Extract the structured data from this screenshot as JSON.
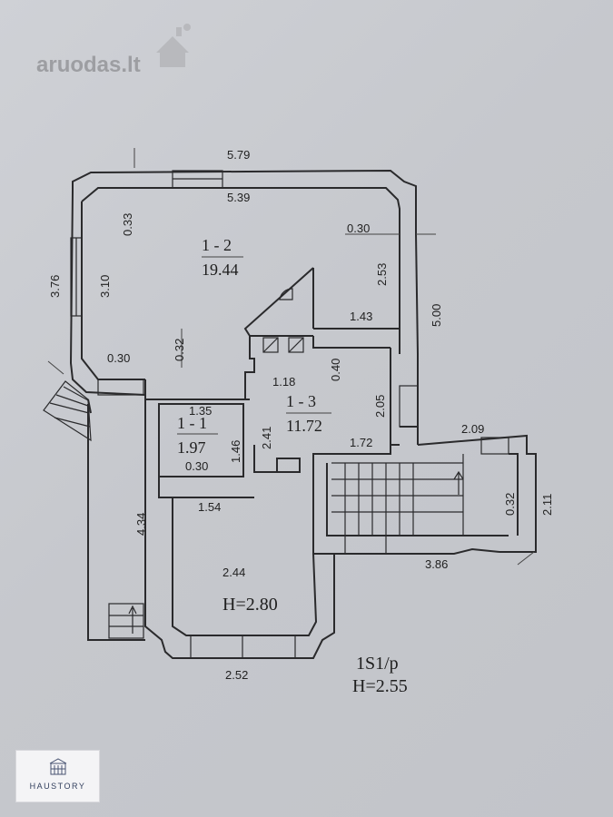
{
  "watermark": {
    "text": "aruodas.lt"
  },
  "rooms": [
    {
      "id": "1 - 2",
      "area": "19.44"
    },
    {
      "id": "1 - 3",
      "area": "11.72"
    },
    {
      "id": "1 - 1",
      "area": "1.97"
    }
  ],
  "dimensions": {
    "top_outer": "5.79",
    "top_inner": "5.39",
    "d_0_33": "0.33",
    "d_0_30_top": "0.30",
    "d_2_53": "2.53",
    "d_3_76": "3.76",
    "d_3_10": "3.10",
    "d_5_00": "5.00",
    "d_1_43": "1.43",
    "d_0_32_mid": "0.32",
    "d_0_30_left": "0.30",
    "d_0_40": "0.40",
    "d_1_18": "1.18",
    "d_1_35": "1.35",
    "d_2_05": "2.05",
    "d_2_41": "2.41",
    "d_1_46": "1.46",
    "d_1_72": "1.72",
    "d_2_09": "2.09",
    "d_0_30_small": "0.30",
    "d_0_32_right": "0.32",
    "d_2_11": "2.11",
    "d_1_54": "1.54",
    "d_4_34": "4.34",
    "d_3_86": "3.86",
    "d_2_44": "2.44",
    "d_2_52": "2.52"
  },
  "height_room": "H=2.80",
  "floor_code": "1S1/p",
  "floor_height": "H=2.55",
  "logo": {
    "text": "HAUSTORY",
    "emblem": "building-emblem-icon"
  }
}
